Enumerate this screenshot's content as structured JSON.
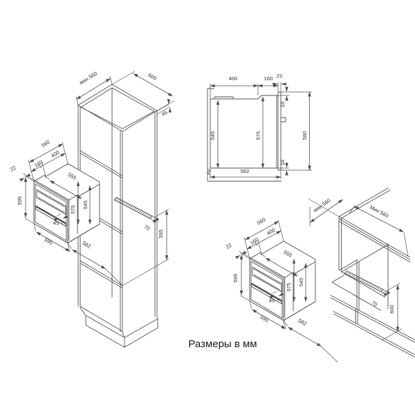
{
  "caption": "Размеры в мм",
  "d1": {
    "min_depth": "мин 560",
    "width": "600",
    "top_panel": "45",
    "oven_depth": "560",
    "front_depth": "160",
    "body_depth": "400",
    "fascia": "22",
    "front_height": "595",
    "body_width": "555",
    "front_section_height": "575",
    "body_height": "545",
    "handle": "45",
    "front_width": "595",
    "total_depth": "582",
    "vent": "70",
    "niche_height": "585"
  },
  "sv": {
    "body_depth": "400",
    "front_depth": "160",
    "door": "22",
    "top_gap": "18",
    "body_height": "545",
    "front_section_height": "575",
    "door_height": "580",
    "bottom_gap": "18",
    "total_depth": "582"
  },
  "d2": {
    "oven_depth": "560",
    "front_depth": "160",
    "body_depth": "400",
    "fascia": "22",
    "front_height": "595",
    "body_width": "555",
    "front_section_height": "575",
    "body_height": "545",
    "handle": "45",
    "front_width": "595",
    "total_depth": "582",
    "min_depth": "мин 560",
    "min_width": "Мин 560",
    "vent": "70",
    "niche_height": "600"
  }
}
